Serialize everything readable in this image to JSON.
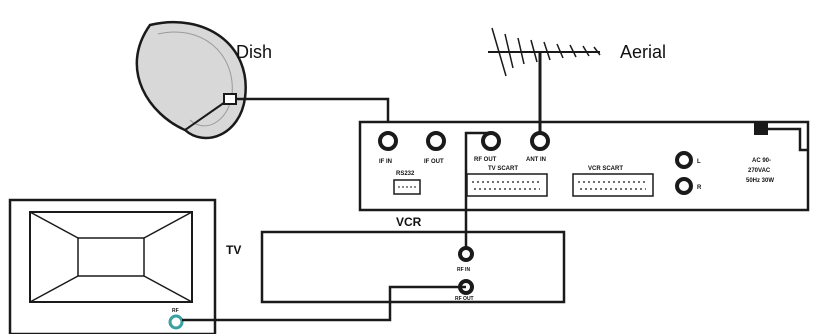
{
  "labels": {
    "dish": "Dish",
    "aerial": "Aerial",
    "vcr": "VCR",
    "tv": "TV"
  },
  "receiver_panel": {
    "if_in": "IF IN",
    "if_out": "IF OUT",
    "rf_out": "RF OUT",
    "ant_in": "ANT IN",
    "rs232": "RS232",
    "tv_scart": "TV SCART",
    "vcr_scart": "VCR SCART",
    "audio_l": "L",
    "audio_r": "R",
    "power_line1": "AC 90-",
    "power_line2": "270VAC",
    "power_line3": "50Hz 30W"
  },
  "vcr_panel": {
    "rf_in": "RF IN",
    "rf_out": "RF OUT"
  },
  "tv_panel": {
    "rf_in": "RF"
  },
  "colors": {
    "line": "#1a1a1a",
    "dish_fill": "#d8d8d8",
    "tv_connector": "#3aa0a0"
  }
}
